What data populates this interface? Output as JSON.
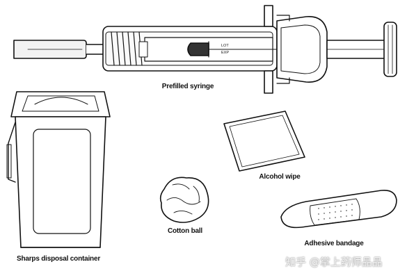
{
  "labels": {
    "syringe": "Prefilled syringe",
    "sharps": "Sharps disposal container",
    "alcohol": "Alcohol wipe",
    "cotton": "Cotton ball",
    "bandage": "Adhesive bandage"
  },
  "syringe_barrel_text": {
    "line1": "LOT",
    "line2": "EXP"
  },
  "watermark": "知乎 @掌上药师晶晶"
}
